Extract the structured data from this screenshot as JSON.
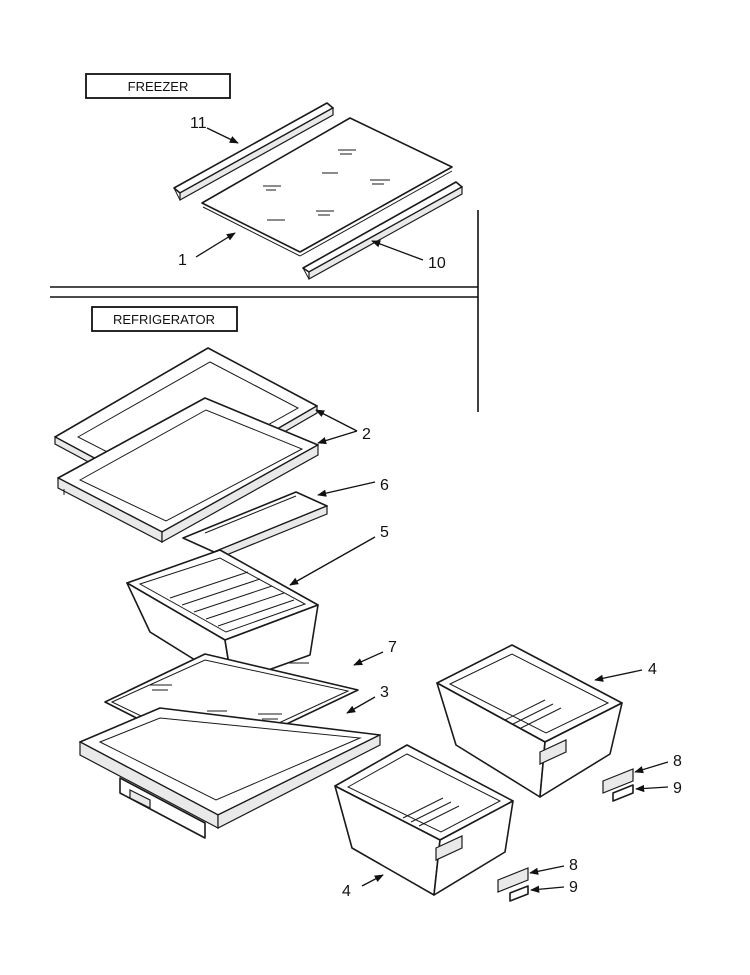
{
  "sections": {
    "freezer": "FREEZER",
    "refrigerator": "REFRIGERATOR"
  },
  "callouts": {
    "n1": "1",
    "n2": "2",
    "n3": "3",
    "n4a": "4",
    "n4b": "4",
    "n5": "5",
    "n6": "6",
    "n7": "7",
    "n8a": "8",
    "n8b": "8",
    "n9a": "9",
    "n9b": "9",
    "n10": "10",
    "n11": "11"
  }
}
